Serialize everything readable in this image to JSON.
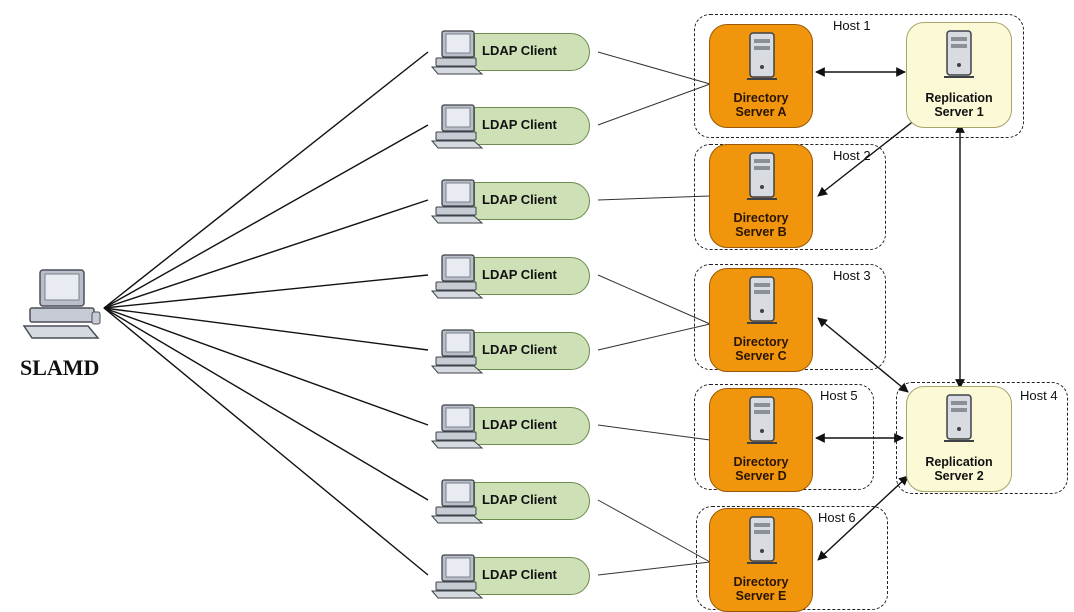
{
  "slamd": {
    "label": "SLAMD"
  },
  "client": {
    "label": "LDAP Client"
  },
  "hosts": {
    "h1": "Host 1",
    "h2": "Host 2",
    "h3": "Host 3",
    "h4": "Host 4",
    "h5": "Host 5",
    "h6": "Host 6"
  },
  "directory_servers": {
    "a": {
      "line1": "Directory",
      "line2": "Server A"
    },
    "b": {
      "line1": "Directory",
      "line2": "Server B"
    },
    "c": {
      "line1": "Directory",
      "line2": "Server C"
    },
    "d": {
      "line1": "Directory",
      "line2": "Server D"
    },
    "e": {
      "line1": "Directory",
      "line2": "Server E"
    }
  },
  "replication_servers": {
    "r1": {
      "line1": "Replication",
      "line2": "Server 1"
    },
    "r2": {
      "line1": "Replication",
      "line2": "Server 2"
    }
  },
  "colors": {
    "directory_server_fill": "#f0950c",
    "replication_server_fill": "#fbf9d6",
    "client_fill": "#cde0b6"
  }
}
